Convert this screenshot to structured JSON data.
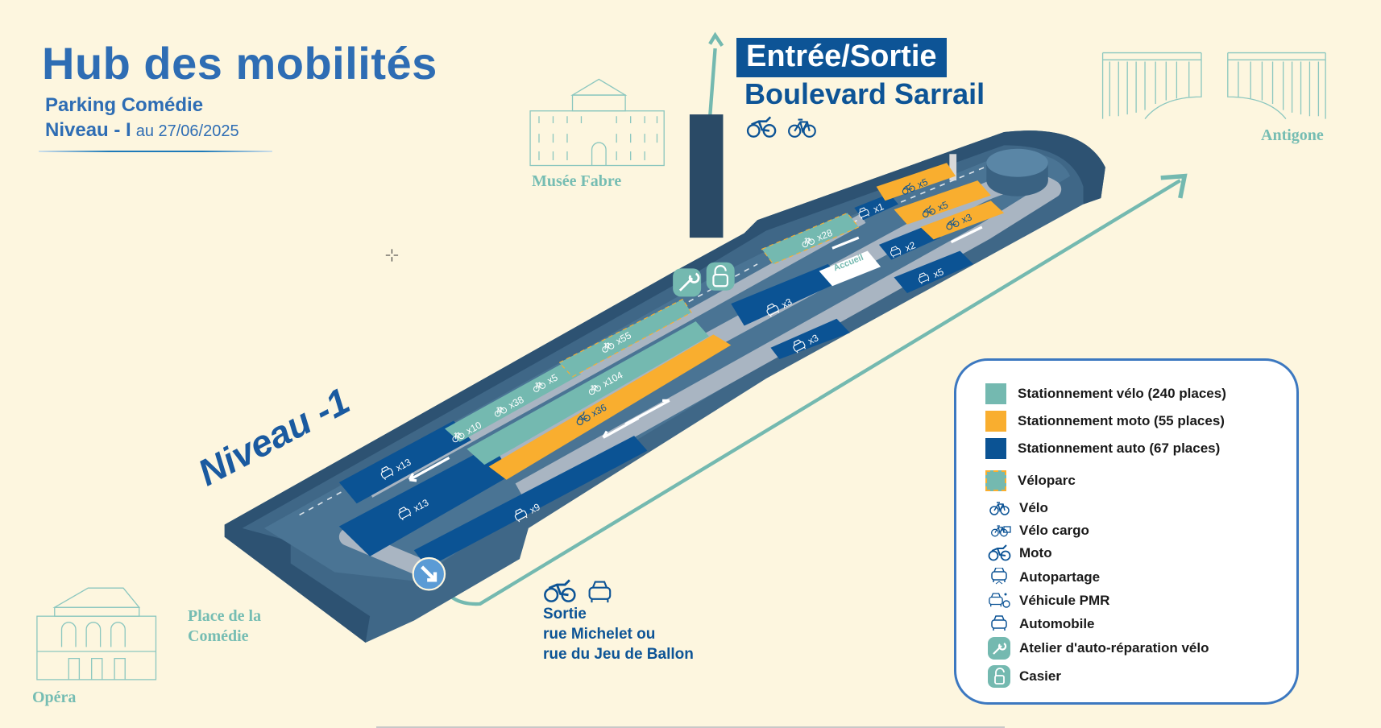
{
  "header": {
    "title": "Hub des mobilités",
    "subtitle": "Parking Comédie",
    "level": "Niveau - I",
    "date": "au 27/06/2025"
  },
  "landmarks": {
    "musee": "Musée Fabre",
    "antigone": "Antigone",
    "opera": "Opéra",
    "place_line1": "Place de la",
    "place_line2": "Comédie"
  },
  "entrance": {
    "label": "Entrée/Sortie",
    "street": "Boulevard Sarrail",
    "icons": [
      "moto-icon",
      "bike-icon"
    ]
  },
  "exit": {
    "line1": "Sortie",
    "line2": "rue Michelet ou",
    "line3": "rue du Jeu de Ballon",
    "icons": [
      "moto-icon",
      "car-icon"
    ]
  },
  "map": {
    "level_label": "Niveau -1",
    "accueil": "Accueil",
    "zones": [
      {
        "type": "autopartage",
        "count": "x13"
      },
      {
        "type": "autopartage",
        "count": "x13"
      },
      {
        "type": "velo-cargo",
        "count": "x10"
      },
      {
        "type": "velo",
        "count": "x38"
      },
      {
        "type": "velo-cargo",
        "count": "x5"
      },
      {
        "type": "velo",
        "count": "x55"
      },
      {
        "type": "velo",
        "count": "x104"
      },
      {
        "type": "moto",
        "count": "x36"
      },
      {
        "type": "automobile",
        "count": "x9"
      },
      {
        "type": "automobile",
        "count": "x3"
      },
      {
        "type": "automobile",
        "count": "x3"
      },
      {
        "type": "velo",
        "count": "x28"
      },
      {
        "type": "pmr",
        "count": "x1"
      },
      {
        "type": "pmr",
        "count": "x2"
      },
      {
        "type": "automobile",
        "count": "x5"
      },
      {
        "type": "moto",
        "count": "x5"
      },
      {
        "type": "moto",
        "count": "x5"
      },
      {
        "type": "moto",
        "count": "x3"
      }
    ]
  },
  "legend": {
    "items": [
      {
        "label": "Stationnement vélo (240 places)",
        "color": "#74b9b0"
      },
      {
        "label": "Stationnement moto (55 places)",
        "color": "#f9ae2f"
      },
      {
        "label": "Stationnement auto (67 places)",
        "color": "#0b5394"
      },
      {
        "label": "Véloparc",
        "color": "#74b9b0"
      },
      {
        "label": "Vélo",
        "icon": "bike-icon"
      },
      {
        "label": "Vélo cargo",
        "icon": "cargo-bike-icon"
      },
      {
        "label": "Moto",
        "icon": "moto-icon"
      },
      {
        "label": "Autopartage",
        "icon": "carsharing-icon"
      },
      {
        "label": "Véhicule PMR",
        "icon": "pmr-vehicle-icon"
      },
      {
        "label": "Automobile",
        "icon": "car-icon"
      },
      {
        "label": "Atelier d'auto-réparation vélo",
        "icon": "wrench-icon"
      },
      {
        "label": "Casier",
        "icon": "lock-icon"
      }
    ]
  },
  "colors": {
    "background": "#fdf6df",
    "brand_blue": "#2e6db4",
    "dark_blue": "#0d5496",
    "teal": "#74b9b0",
    "orange": "#f9ae2f",
    "auto_blue": "#0b5394"
  }
}
